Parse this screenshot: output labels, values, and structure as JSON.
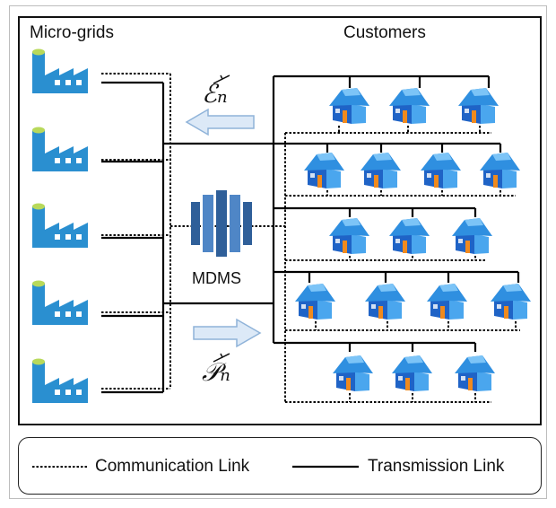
{
  "labels": {
    "microgrids": "Micro-grids",
    "customers": "Customers",
    "mdms": "MDMS",
    "energy_symbol": "ℰ",
    "energy_subscript": "n",
    "price_symbol": "𝒫",
    "price_subscript": "n"
  },
  "legend": {
    "communication_link": "Communication Link",
    "transmission_link": "Transmission Link"
  },
  "colors": {
    "factory_blue": "#2a8fd0",
    "factory_window": "#ffffff",
    "cylinder_top": "#b8d95a",
    "house_roof": "#2f8fe0",
    "house_door": "#f08a1e",
    "arrow_fill": "#dce9f7",
    "arrow_stroke": "#8fb3d9",
    "mdms_dark": "#2f5f99",
    "mdms_light": "#4f86c6"
  },
  "icons": {
    "microgrid": "factory-icon",
    "customer": "house-icon",
    "mdms": "server-stack-icon"
  }
}
